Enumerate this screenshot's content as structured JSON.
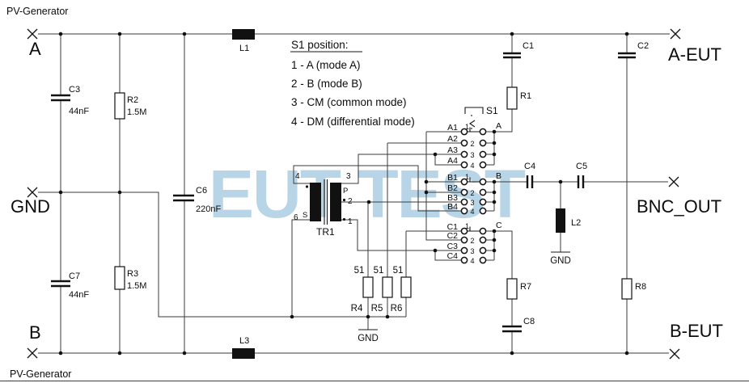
{
  "titles": {
    "top": "PV-Generator",
    "bottom": "PV-Generator"
  },
  "watermark": "EUT TEST",
  "terminals": {
    "a": "A",
    "gnd": "GND",
    "b": "B",
    "a_eut": "A-EUT",
    "bnc_out": "BNC_OUT",
    "b_eut": "B-EUT"
  },
  "legend": {
    "heading": "S1 position:",
    "items": [
      "1 - A (mode A)",
      "2 - B (mode B)",
      "3 - CM  (common mode)",
      "4 - DM (differential mode)"
    ]
  },
  "parts": {
    "l1": "L1",
    "l2": "L2",
    "l3": "L3",
    "c3": {
      "ref": "C3",
      "value": "44nF"
    },
    "r2": {
      "ref": "R2",
      "value": "1.5M"
    },
    "c6": {
      "ref": "C6",
      "value": "220nF"
    },
    "c7": {
      "ref": "C7",
      "value": "44nF"
    },
    "r3": {
      "ref": "R3",
      "value": "1.5M"
    },
    "r4": {
      "ref": "R4",
      "value": "51"
    },
    "r5": {
      "ref": "R5",
      "value": "51"
    },
    "r6": {
      "ref": "R6",
      "value": "51"
    },
    "c1": "C1",
    "r1": "R1",
    "c2": "C2",
    "c4": "C4",
    "c5": "C5",
    "r7": "R7",
    "c8": "C8",
    "r8": "R8"
  },
  "transformer": {
    "ref": "TR1",
    "pins": {
      "p1": "1",
      "p2": "2",
      "p3": "3",
      "p4": "4",
      "p6": "6"
    },
    "windings": {
      "primary": "P",
      "secondary": "S"
    }
  },
  "switch": {
    "ref": "S1",
    "bank_a": {
      "common": "A",
      "rows": [
        {
          "label": "A1",
          "num": "1"
        },
        {
          "label": "A2",
          "num": "2"
        },
        {
          "label": "A3",
          "num": "3"
        },
        {
          "label": "A4",
          "num": "4"
        }
      ]
    },
    "bank_b": {
      "common": "B",
      "rows": [
        {
          "label": "B1",
          "num": "1"
        },
        {
          "label": "B2",
          "num": "2"
        },
        {
          "label": "B3",
          "num": "3"
        },
        {
          "label": "B4",
          "num": "4"
        }
      ]
    },
    "bank_c": {
      "common": "C",
      "rows": [
        {
          "label": "C1",
          "num": "1"
        },
        {
          "label": "C2",
          "num": "2"
        },
        {
          "label": "C3",
          "num": "3"
        },
        {
          "label": "C4",
          "num": "4"
        }
      ]
    }
  },
  "gnd_symbol": "GND"
}
